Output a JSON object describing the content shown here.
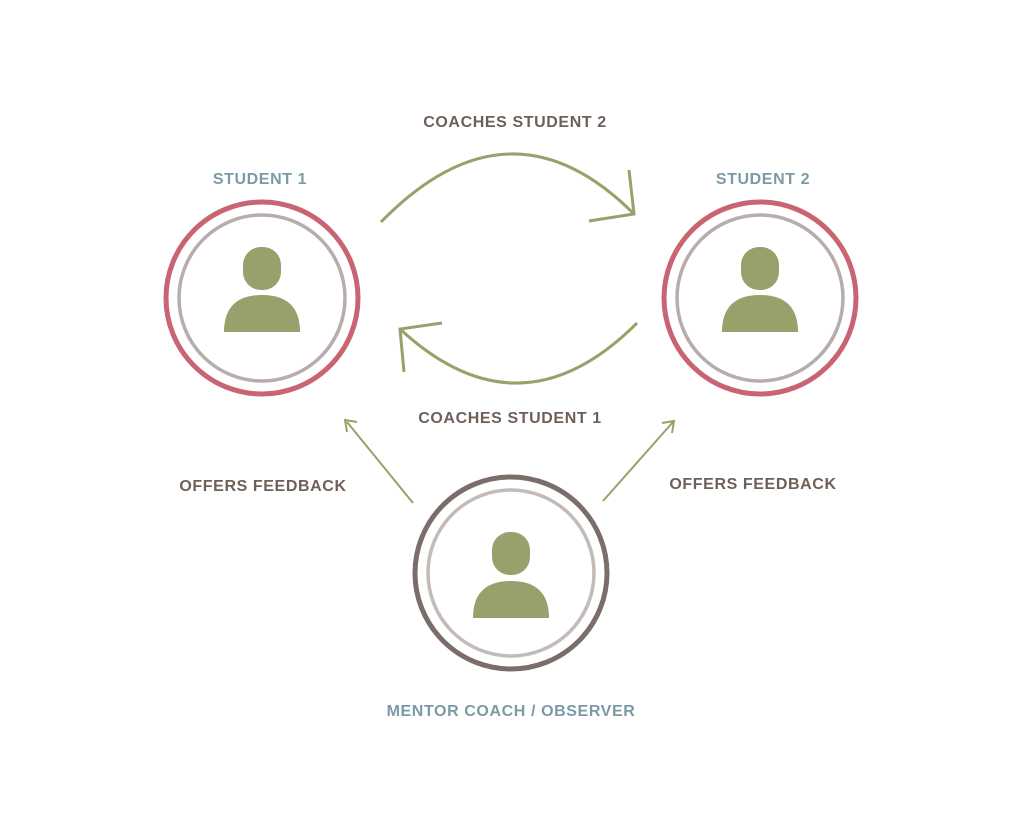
{
  "colors": {
    "background": "#ffffff",
    "student_ring_outer": "#c96473",
    "ring_inner": "#b7aeab",
    "mentor_ring_outer": "#7b6e6a",
    "mentor_ring_inner": "#c3bbb8",
    "person_icon": "#98a06b",
    "arrow": "#96a26a",
    "node_label": "#7b9aa6",
    "edge_label": "#6f5f59"
  },
  "nodes": {
    "student_1": {
      "label": "STUDENT 1",
      "icon": "person-icon"
    },
    "student_2": {
      "label": "STUDENT 2",
      "icon": "person-icon"
    },
    "mentor": {
      "label": "MENTOR COACH / OBSERVER",
      "icon": "person-icon"
    }
  },
  "edges": {
    "coaches_student_2": "COACHES STUDENT 2",
    "coaches_student_1": "COACHES STUDENT 1",
    "feedback_left": "OFFERS FEEDBACK",
    "feedback_right": "OFFERS FEEDBACK"
  }
}
